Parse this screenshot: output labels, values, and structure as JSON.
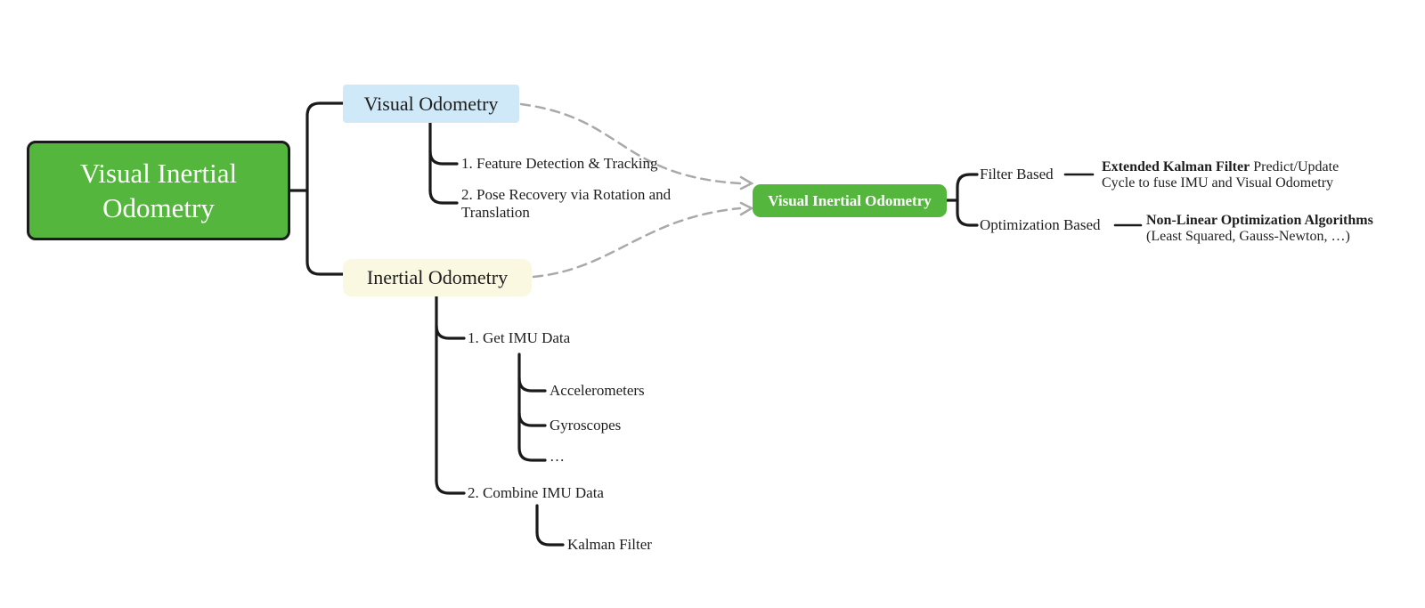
{
  "diagram": {
    "root": {
      "label": "Visual Inertial Odometry"
    },
    "visual_branch": {
      "label": "Visual Odometry",
      "steps": [
        "1. Feature Detection & Tracking",
        "2. Pose Recovery via Rotation and Translation"
      ]
    },
    "inertial_branch": {
      "label": "Inertial Odometry",
      "steps": [
        "1. Get IMU Data",
        "2. Combine IMU Data"
      ],
      "imu_sensors": [
        "Accelerometers",
        "Gyroscopes",
        "…"
      ],
      "combine_method": "Kalman Filter"
    },
    "fusion": {
      "label": "Visual Inertial Odometry",
      "approaches": [
        {
          "label": "Filter Based",
          "lead_bold": "Extended Kalman Filter",
          "lead_rest": " Predict/Update",
          "line2": "Cycle to fuse IMU and Visual Odometry"
        },
        {
          "label": "Optimization Based",
          "lead_bold": "Non-Linear Optimization Algorithms",
          "lead_rest": "",
          "line2": "(Least Squared, Gauss-Newton, …)"
        }
      ]
    },
    "colors": {
      "root_green": "#54b63c",
      "fusion_green": "#54b63c",
      "visual_blue": "#cfe9f8",
      "inertial_cream": "#fbf8e2",
      "line_dark": "#1a1a1a",
      "arrow_gray": "#a9a9a9"
    }
  }
}
